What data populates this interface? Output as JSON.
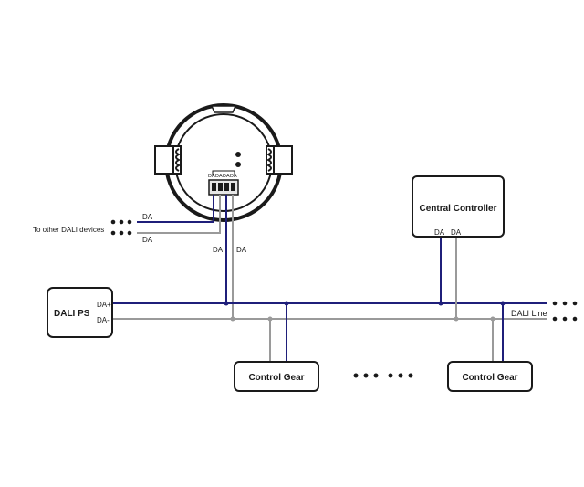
{
  "sensor": {
    "terminal_labels": [
      "DA",
      "DA",
      "DA",
      "DA"
    ],
    "wire_label_left": "DA",
    "wire_label_right": "DA"
  },
  "other_devices": {
    "label": "To other DALI devices",
    "wire_top_label": "DA",
    "wire_bottom_label": "DA"
  },
  "power_supply": {
    "label": "DALI PS",
    "plus_label": "DA+",
    "minus_label": "DA-"
  },
  "central_controller": {
    "label": "Central Controller",
    "left_terminal_label": "DA",
    "right_terminal_label": "DA"
  },
  "dali_line_label": "DALI Line",
  "control_gear": [
    {
      "label": "Control Gear"
    },
    {
      "label": "Control Gear"
    }
  ],
  "colors": {
    "bus_plus": "#1f1f7a",
    "bus_minus": "#9a9a9a",
    "outline": "#1a1a1a"
  }
}
